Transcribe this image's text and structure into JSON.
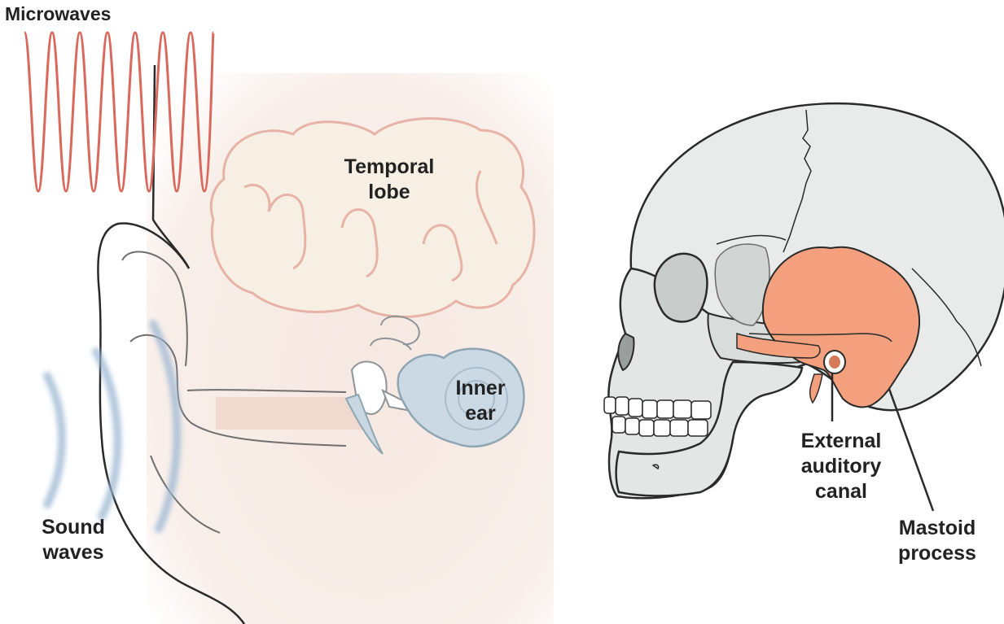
{
  "labels": {
    "microwaves": "Microwaves",
    "temporal_lobe": [
      "Temporal",
      "lobe"
    ],
    "inner_ear": [
      "Inner",
      "ear"
    ],
    "sound_waves": [
      "Sound",
      "waves"
    ],
    "external_auditory_canal": [
      "External",
      "auditory",
      "canal"
    ],
    "mastoid_process": [
      "Mastoid",
      "process"
    ]
  },
  "colors": {
    "microwave_wave": "#d9695c",
    "sound_wave": "#9cb7d3",
    "head_skin": "#f7ece6",
    "brain_outline": "#e7b4a6",
    "inner_ear_fill": "#c9d8e3",
    "skull_bone": "#e8ebea",
    "mastoid_highlight": "#f4a07e",
    "label_text": "#222222"
  }
}
